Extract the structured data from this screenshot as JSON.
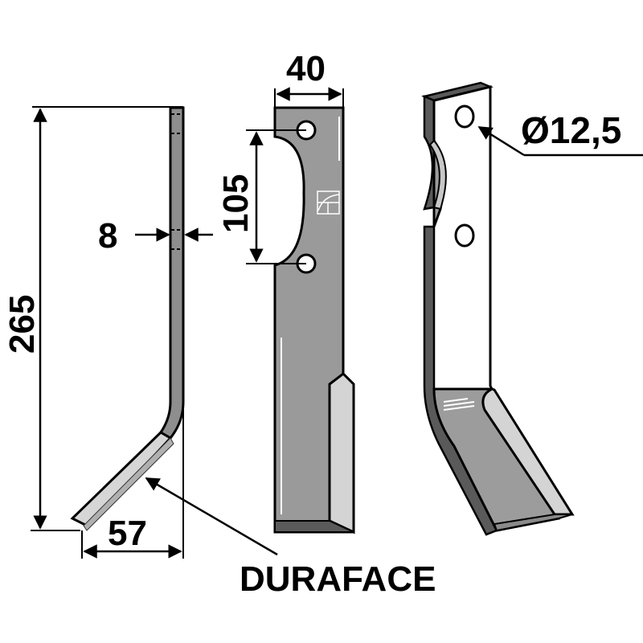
{
  "diagram": {
    "subject": "tiller blade technical drawing",
    "views": [
      "side-view",
      "front-view",
      "perspective-view"
    ],
    "dimensions": {
      "total_height": "265",
      "thickness": "8",
      "offset_width": "57",
      "blade_width": "40",
      "hole_spacing": "105",
      "hole_diameter": "Ø12,5"
    },
    "callouts": {
      "hardfacing_label": "DURAFACE"
    },
    "colors": {
      "steel": "#9a9a9a",
      "steel_dark": "#5a5a5a",
      "hardfacing": "#d0d0d0",
      "line": "#000000",
      "background": "#ffffff"
    }
  }
}
